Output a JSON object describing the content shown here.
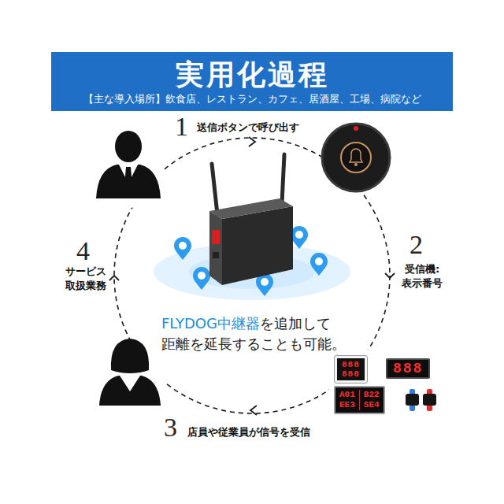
{
  "diagram": {
    "nodes": [
      {
        "text": [
          "実用化過程",
          "【主な導入場所】飲食店、レストラン、カフェ、居酒屋、工場、病院など"
        ]
      },
      {
        "text": [
          "888",
          "888"
        ]
      },
      {
        "text": [
          "888"
        ]
      },
      {
        "text": [
          "A01",
          "B22",
          "EE3",
          "SE4"
        ]
      }
    ],
    "labels": [
      "1",
      "送信ボタンで呼び出す",
      "2",
      "受信機: 表示番号",
      "3",
      "店員や従業員が信号を受信",
      "4",
      "サービス 取扱業務",
      "FLYDOG中継器",
      "を追加して 距離を延長することも可能。"
    ]
  }
}
